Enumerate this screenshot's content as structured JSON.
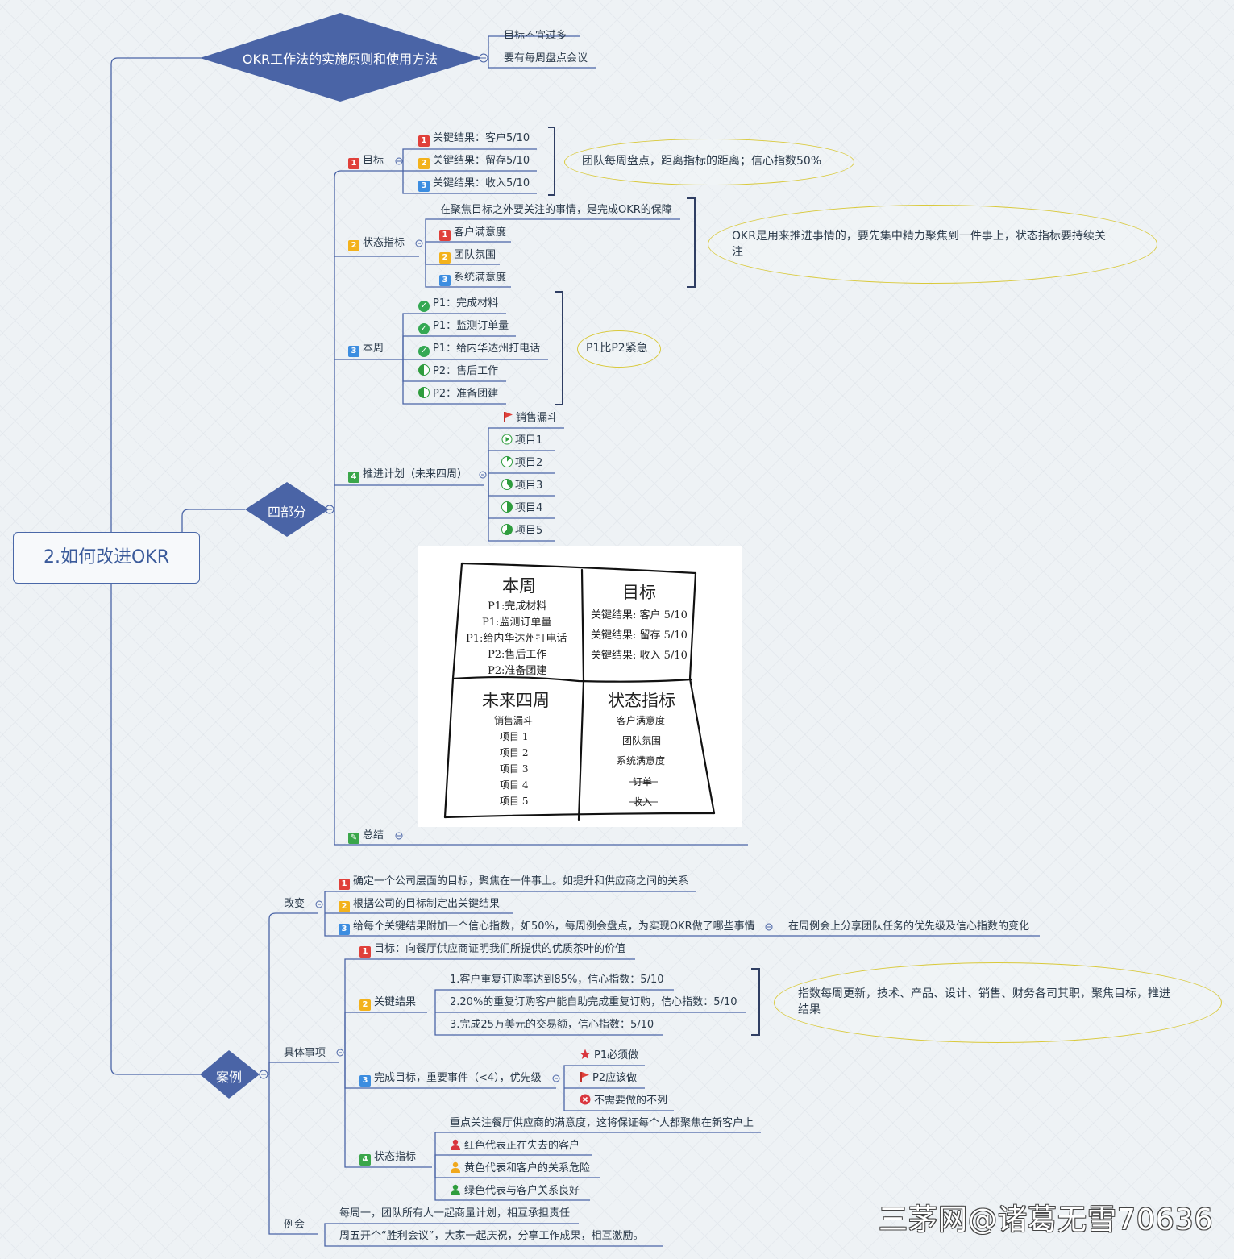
{
  "root": "2.如何改进OKR",
  "principles": {
    "title": "OKR工作法的实施原则和使用方法",
    "items": [
      "目标不宜过多",
      "要有每周盘点会议"
    ]
  },
  "four_parts": {
    "title": "四部分",
    "goal": {
      "label": "目标",
      "items": [
        "关键结果：客户5/10",
        "关键结果：留存5/10",
        "关键结果：收入5/10"
      ],
      "note": "团队每周盘点，距离指标的距离；信心指数50%"
    },
    "status": {
      "label": "状态指标",
      "intro": "在聚焦目标之外要关注的事情，是完成OKR的保障",
      "items": [
        "客户满意度",
        "团队氛围",
        "系统满意度"
      ],
      "note_line1": "OKR是用来推进事情的，要先集中精力聚焦到一件事上，状态指标要持续关",
      "note_line2": "注"
    },
    "week": {
      "label": "本周",
      "items": [
        "P1：完成材料",
        "P1：监测订单量",
        "P1：给内华达州打电话",
        "P2：售后工作",
        "P2：准备团建"
      ],
      "note": "P1比P2紧急"
    },
    "plan": {
      "label": "推进计划（未来四周）",
      "items": [
        "销售漏斗",
        "项目1",
        "项目2",
        "项目3",
        "项目4",
        "项目5"
      ]
    },
    "summary": {
      "label": "总结",
      "sketch": {
        "q1_title": "本周",
        "q1_items": [
          "P1:完成材料",
          "P1:监测订单量",
          "P1:给内华达州打电话",
          "P2:售后工作",
          "P2:准备团建"
        ],
        "q2_title": "目标",
        "q2_items": [
          "关键结果:  客户 5/10",
          "关键结果:  留存 5/10",
          "关键结果:  收入 5/10"
        ],
        "q3_title": "未来四周",
        "q3_items": [
          "销售漏斗",
          "项目 1",
          "项目 2",
          "项目 3",
          "项目 4",
          "项目 5"
        ],
        "q4_title": "状态指标",
        "q4_items": [
          "客户满意度",
          "团队氛围",
          "系统满意度",
          "订单",
          "收入"
        ]
      }
    }
  },
  "case": {
    "title": "案例",
    "change": {
      "label": "改变",
      "items": [
        "确定一个公司层面的目标，聚焦在一件事上。如提升和供应商之间的关系",
        "根据公司的目标制定出关键结果",
        "给每个关键结果附加一个信心指数，如50%，每周例会盘点，为实现OKR做了哪些事情"
      ],
      "sub": "在周例会上分享团队任务的优先级及信心指数的变化"
    },
    "specific": {
      "label": "具体事项",
      "goal": "目标：向餐厅供应商证明我们所提供的优质茶叶的价值",
      "kr_label": "关键结果",
      "kr_items": [
        "1.客户重复订购率达到85%，信心指数：5/10",
        "2.20%的重复订购客户能自助完成重复订购，信心指数：5/10",
        "3.完成25万美元的交易额，信心指数：5/10"
      ],
      "kr_note_line1": "指数每周更新，技术、产品、设计、销售、财务各司其职，聚焦目标，推进",
      "kr_note_line2": "结果",
      "complete_label": "完成目标，重要事件（<4），优先级",
      "complete_items": [
        "P1必须做",
        "P2应该做",
        "不需要做的不列"
      ],
      "status_label": "状态指标",
      "status_intro": "重点关注餐厅供应商的满意度，这将保证每个人都聚焦在新客户上",
      "status_items": [
        "红色代表正在失去的客户",
        "黄色代表和客户的关系危险",
        "绿色代表与客户关系良好"
      ]
    },
    "meeting": {
      "label": "例会",
      "items": [
        "每周一，团队所有人一起商量计划，相互承担责任",
        "周五开个“胜利会议”，大家一起庆祝，分享工作成果，相互激励。"
      ]
    }
  },
  "watermark": "三茅网@诸葛无雪70636",
  "colors": {
    "diamond": "#4a64a6",
    "line": "#4a64a6",
    "ellipse_border": "#d9c93a"
  }
}
